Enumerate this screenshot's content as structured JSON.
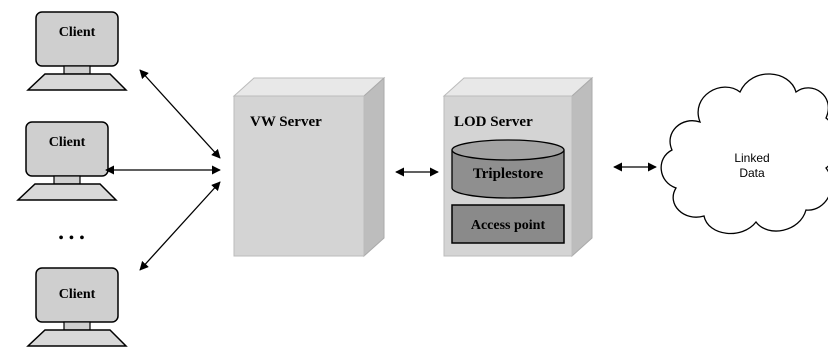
{
  "clients": [
    {
      "label": "Client"
    },
    {
      "label": "Client"
    },
    {
      "label": "Client"
    }
  ],
  "ellipsis": "• • •",
  "vw_server": {
    "label": "VW Server"
  },
  "lod_server": {
    "label": "LOD Server",
    "triplestore": "Triplestore",
    "access_point": "Access point"
  },
  "linked_data": {
    "line1": "Linked",
    "line2": "Data"
  },
  "colors": {
    "server_front": "#d4d4d4",
    "server_top": "#e8e8e8",
    "server_side": "#bdbdbd",
    "monitor": "#cfcfcf",
    "db": "#8f8f8f",
    "access_point": "#8a8a8a"
  }
}
